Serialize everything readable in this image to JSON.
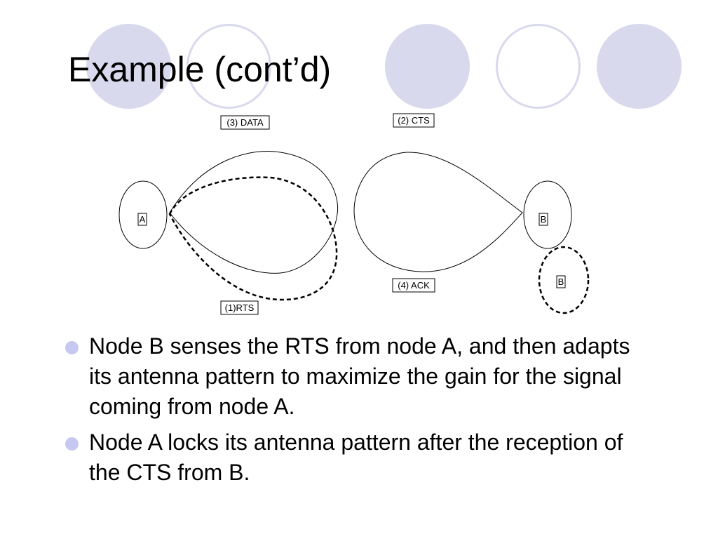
{
  "slide": {
    "title": "Example (cont’d)",
    "accent_color": "#d9d9ee",
    "bullet_color": "#c7c8ef"
  },
  "diagram": {
    "node_a": "A",
    "node_b": "B",
    "node_b_moved": "B",
    "label_data": "(3) DATA",
    "label_cts": "(2) CTS",
    "label_ack": "(4) ACK",
    "label_rts": "(1)RTS"
  },
  "bullets": [
    {
      "text": "Node B senses the RTS from node A, and then adapts its antenna pattern to maximize the gain for the signal coming from node A."
    },
    {
      "text": "Node A locks its antenna pattern after the reception of the CTS from B."
    }
  ]
}
